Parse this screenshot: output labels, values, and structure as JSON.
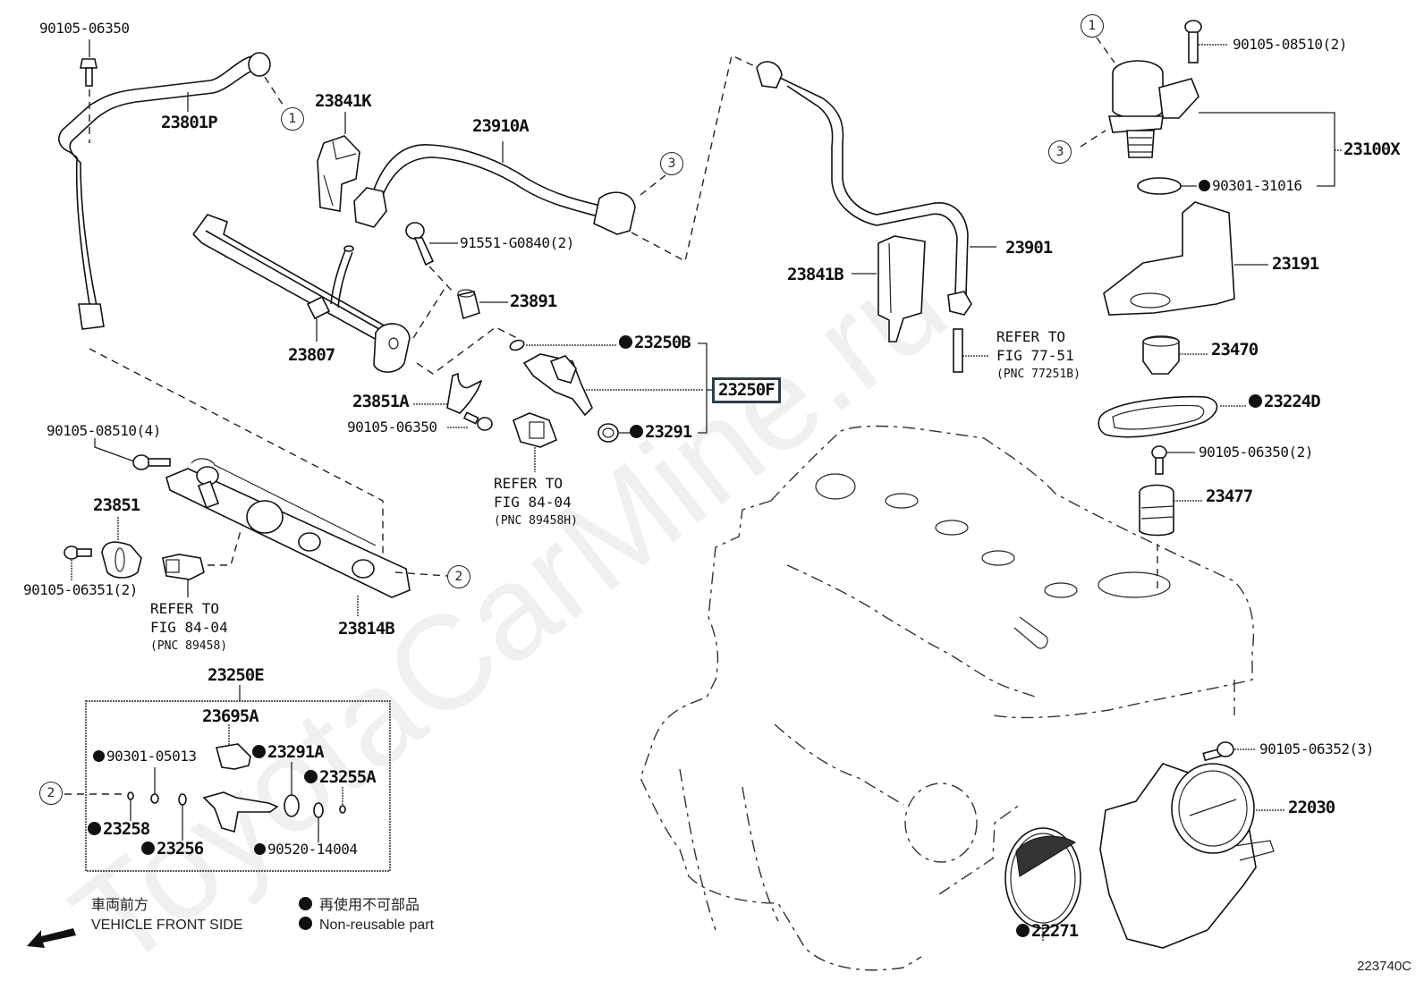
{
  "diagram": {
    "figure_number": "223740C",
    "watermark": "ToyotaCarMine.ru",
    "highlighted_part": "23250F",
    "labels": [
      {
        "id": "90105-06350-a",
        "text": "90105-06350",
        "non_reusable": false
      },
      {
        "id": "23801P",
        "text": "23801P",
        "non_reusable": false
      },
      {
        "id": "23841K",
        "text": "23841K",
        "non_reusable": false
      },
      {
        "id": "23910A",
        "text": "23910A",
        "non_reusable": false
      },
      {
        "id": "91551-G0840",
        "text": "91551-G0840(2)",
        "non_reusable": false
      },
      {
        "id": "23891",
        "text": "23891",
        "non_reusable": false
      },
      {
        "id": "23807",
        "text": "23807",
        "non_reusable": false
      },
      {
        "id": "23250B",
        "text": "23250B",
        "non_reusable": true
      },
      {
        "id": "23250F",
        "text": "23250F",
        "non_reusable": false
      },
      {
        "id": "23291",
        "text": "23291",
        "non_reusable": true
      },
      {
        "id": "23851A",
        "text": "23851A",
        "non_reusable": false
      },
      {
        "id": "90105-06350-b",
        "text": "90105-06350",
        "non_reusable": false
      },
      {
        "id": "90105-08510-4",
        "text": "90105-08510(4)",
        "non_reusable": false
      },
      {
        "id": "23851",
        "text": "23851",
        "non_reusable": false
      },
      {
        "id": "90105-06351",
        "text": "90105-06351(2)",
        "non_reusable": false
      },
      {
        "id": "23814B",
        "text": "23814B",
        "non_reusable": false
      },
      {
        "id": "23250E",
        "text": "23250E",
        "non_reusable": false
      },
      {
        "id": "23695A",
        "text": "23695A",
        "non_reusable": false
      },
      {
        "id": "90301-05013",
        "text": "90301-05013",
        "non_reusable": true
      },
      {
        "id": "23291A",
        "text": "23291A",
        "non_reusable": true
      },
      {
        "id": "23255A",
        "text": "23255A",
        "non_reusable": true
      },
      {
        "id": "23258",
        "text": "23258",
        "non_reusable": true
      },
      {
        "id": "23256",
        "text": "23256",
        "non_reusable": true
      },
      {
        "id": "90520-14004",
        "text": "90520-14004",
        "non_reusable": true
      },
      {
        "id": "23841B",
        "text": "23841B",
        "non_reusable": false
      },
      {
        "id": "23901",
        "text": "23901",
        "non_reusable": false
      },
      {
        "id": "90105-08510-2",
        "text": "90105-08510(2)",
        "non_reusable": false
      },
      {
        "id": "23100X",
        "text": "23100X",
        "non_reusable": false
      },
      {
        "id": "90301-31016",
        "text": "90301-31016",
        "non_reusable": true
      },
      {
        "id": "23191",
        "text": "23191",
        "non_reusable": false
      },
      {
        "id": "23470",
        "text": "23470",
        "non_reusable": false
      },
      {
        "id": "23224D",
        "text": "23224D",
        "non_reusable": true
      },
      {
        "id": "90105-06350-2",
        "text": "90105-06350(2)",
        "non_reusable": false
      },
      {
        "id": "23477",
        "text": "23477",
        "non_reusable": false
      },
      {
        "id": "90105-06352",
        "text": "90105-06352(3)",
        "non_reusable": false
      },
      {
        "id": "22030",
        "text": "22030",
        "non_reusable": false
      },
      {
        "id": "22271",
        "text": "22271",
        "non_reusable": true
      }
    ],
    "references": [
      {
        "line1": "REFER TO",
        "line2": "FIG 84-04",
        "line3": "(PNC 89458H)"
      },
      {
        "line1": "REFER TO",
        "line2": "FIG 84-04",
        "line3": "(PNC 89458)"
      },
      {
        "line1": "REFER TO",
        "line2": "FIG 77-51",
        "line3": "(PNC 77251B)"
      }
    ],
    "callouts": [
      "1",
      "2",
      "3"
    ]
  },
  "legend": {
    "front_jp": "車両前方",
    "front_en": "VEHICLE FRONT SIDE",
    "nonreusable_jp": "再使用不可部品",
    "nonreusable_en": "Non-reusable part"
  }
}
